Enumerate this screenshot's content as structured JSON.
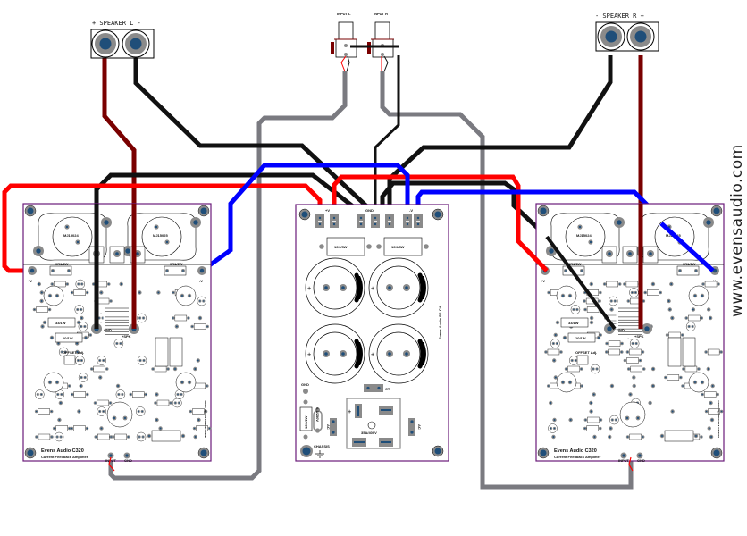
{
  "title": "Evens Audio C320 stereo amplifier wiring diagram",
  "watermark": "www.evensaudio.com",
  "colors": {
    "board_outline": "#6a1b7a",
    "pad_outer": "#8a8a8a",
    "pad_inner": "#1f4e79",
    "wire_positive": "#ff0000",
    "wire_negative": "#0000ff",
    "wire_ground": "#111111",
    "wire_speaker_plus": "#7a0000",
    "wire_signal_shield": "#7a7a80"
  },
  "connectors": {
    "speaker_left": {
      "label": "+ SPEAKER L -"
    },
    "speaker_right": {
      "label": "- SPEAKER R +"
    },
    "input_left": {
      "label": "INPUT L"
    },
    "input_right": {
      "label": "INPUT R"
    }
  },
  "power_supply": {
    "name": "Evens Audio PS-C4",
    "terminals": [
      "+V",
      "GND",
      "-V"
    ],
    "resistors": [
      "10K/5W",
      "10K/5W"
    ],
    "labels": {
      "ct": "CT",
      "ac_left": "AC",
      "ac_right": "AC",
      "bridge": "35A/400V",
      "gnd": "GND",
      "led_resistor": "10K/2W",
      "cap_small": "0.1/250V",
      "chassis": "CHASSIS"
    },
    "capacitor_count": 4
  },
  "amplifiers": [
    {
      "side": "left",
      "name": "Evens Audio C320",
      "subtitle": "Current Feedback Amplifier",
      "terminals": {
        "pos": "+V",
        "neg": "-V",
        "gnd": "GND",
        "spk": "+SPK",
        "input": "INPUT",
        "input_gnd": "GND"
      },
      "transistor_labels": [
        "MJ15024",
        "MJ15025"
      ],
      "resistor_labels": [
        "0R1/5W",
        "0R1/5W",
        "33/1W",
        "10/1W",
        "OFFSET Adj."
      ]
    },
    {
      "side": "right",
      "name": "Evens Audio C320",
      "subtitle": "Current Feedback Amplifier",
      "terminals": {
        "pos": "+V",
        "neg": "-V",
        "gnd": "GND",
        "spk": "+SPK",
        "input": "INPUT",
        "input_gnd": "GND"
      },
      "transistor_labels": [
        "MJ15024",
        "MJ15025"
      ],
      "resistor_labels": [
        "0R1/5W",
        "0R1/5W",
        "33/1W",
        "10/1W",
        "OFFSET Adj."
      ]
    }
  ]
}
